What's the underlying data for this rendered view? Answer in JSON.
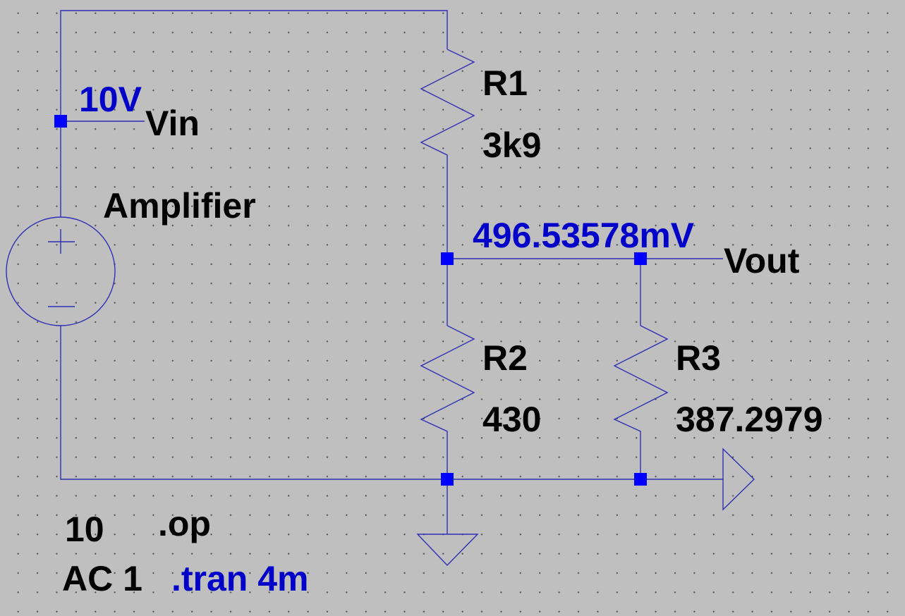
{
  "schematic": {
    "source": {
      "name": "Amplifier",
      "value": "10",
      "ac": "AC 1"
    },
    "net_labels": {
      "input": "Vin",
      "output": "Vout"
    },
    "node_voltages": {
      "vin": "10V",
      "vout": "496.53578mV"
    },
    "resistors": [
      {
        "ref": "R1",
        "value": "3k9"
      },
      {
        "ref": "R2",
        "value": "430"
      },
      {
        "ref": "R3",
        "value": "387.2979"
      }
    ],
    "directives": {
      "op": ".op",
      "tran": ".tran 4m"
    }
  },
  "colors": {
    "wire": "#2f2fb4",
    "node": "#0000ff",
    "annotation": "#0000c8",
    "background": "#bfbfbf"
  }
}
